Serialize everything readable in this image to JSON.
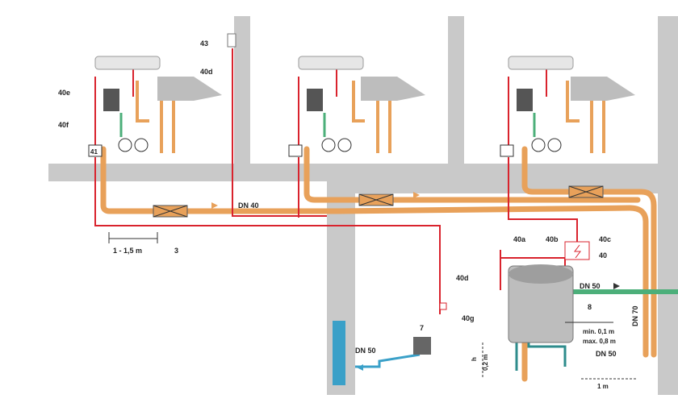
{
  "labels": {
    "l43": "43",
    "l40d_top": "40d",
    "l40e": "40e",
    "l40f": "40f",
    "l41": "41",
    "dn40": "DN 40",
    "dist": "1 - 1,5 m",
    "l3": "3",
    "l40a": "40a",
    "l40b": "40b",
    "l40c": "40c",
    "l40": "40",
    "l40d_mid": "40d",
    "dn50_top": "DN 50",
    "l8": "8",
    "dn70": "DN 70",
    "l7": "7",
    "l40g": "40g",
    "dn50_left": "DN 50",
    "min": "min. 0,1 m",
    "max": "max. 0,8 m",
    "dn50_bottom": "DN 50",
    "h_label": "h",
    "h_range": "0,2 m",
    "one_m": "1 m"
  },
  "colors": {
    "wall": "#c9c9c9",
    "red_pipe": "#d9232d",
    "orange_pipe": "#e8a15a",
    "green_pipe": "#4caf7a",
    "blue_pipe": "#3aa0c8",
    "teal_pipe": "#2e8c8c",
    "unit_gray": "#bdbdbd"
  }
}
